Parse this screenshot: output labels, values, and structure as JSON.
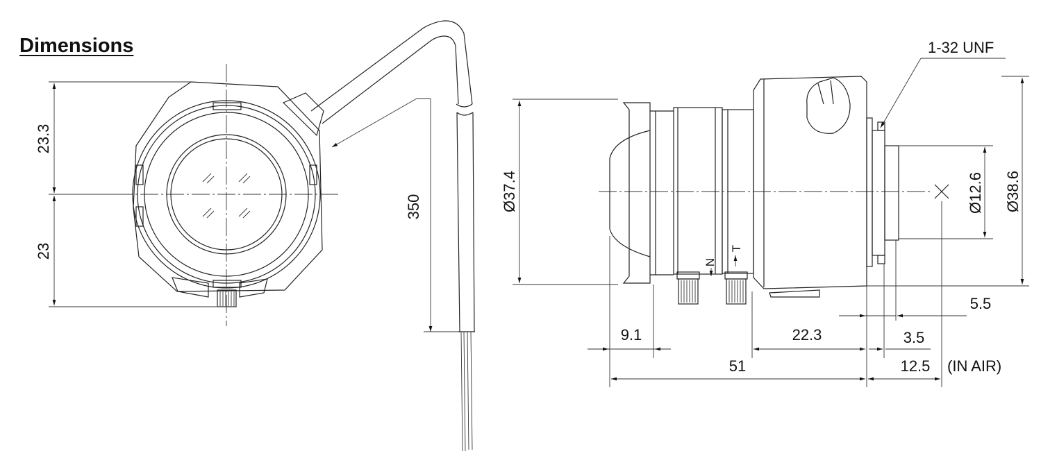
{
  "title": "Dimensions",
  "front_view": {
    "dims": {
      "top_height": "23.3",
      "bottom_height": "23",
      "cable_length": "350"
    }
  },
  "side_view": {
    "dims": {
      "diameter_front": "Ø37.4",
      "diameter_rear": "Ø12.6",
      "diameter_body": "Ø38.6",
      "front_offset": "9.1",
      "mid_length": "22.3",
      "total_length": "51",
      "flange_gap": "5.5",
      "thread_length": "3.5",
      "back_focus": "12.5",
      "back_focus_note": "(IN AIR)",
      "thread": "1-32  UNF",
      "ring_near": "N",
      "ring_tele": "T"
    }
  }
}
